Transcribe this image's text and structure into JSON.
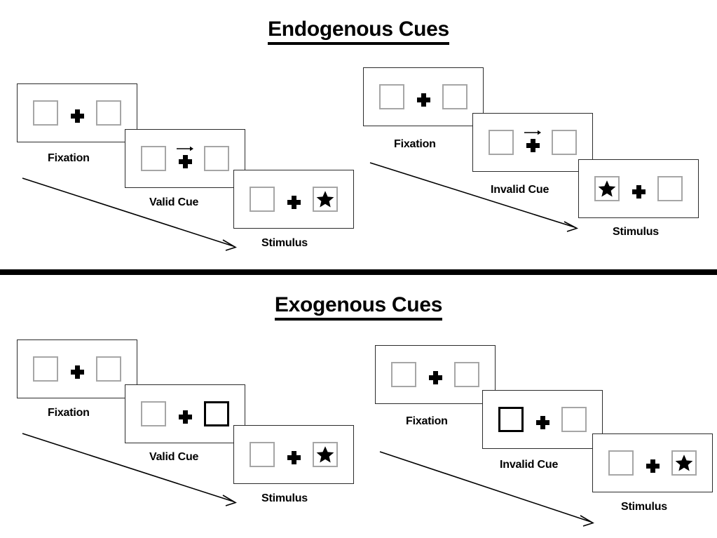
{
  "figure": {
    "title_endogenous": "Endogenous Cues",
    "title_exogenous": "Exogenous Cues",
    "divider": "section-divider-bar"
  },
  "colors": {
    "box_border": "#a6a6a6",
    "cued_box_border": "#000000",
    "panel_border": "#2b2b2b",
    "ink": "#000000",
    "background": "#ffffff"
  },
  "sequences": {
    "endogenous_valid": {
      "label": "endogenous-valid",
      "steps": [
        {
          "caption": "Fixation",
          "cue": "none",
          "stimulus": "none"
        },
        {
          "caption": "Valid Cue",
          "cue": "arrow-right",
          "stimulus": "none"
        },
        {
          "caption": "Stimulus",
          "cue": "none",
          "stimulus": "right"
        }
      ]
    },
    "endogenous_invalid": {
      "label": "endogenous-invalid",
      "steps": [
        {
          "caption": "Fixation",
          "cue": "none",
          "stimulus": "none"
        },
        {
          "caption": "Invalid Cue",
          "cue": "arrow-right",
          "stimulus": "none"
        },
        {
          "caption": "Stimulus",
          "cue": "none",
          "stimulus": "left"
        }
      ]
    },
    "exogenous_valid": {
      "label": "exogenous-valid",
      "steps": [
        {
          "caption": "Fixation",
          "cue": "none",
          "stimulus": "none"
        },
        {
          "caption": "Valid Cue",
          "cue": "box-right",
          "stimulus": "none"
        },
        {
          "caption": "Stimulus",
          "cue": "none",
          "stimulus": "right"
        }
      ]
    },
    "exogenous_invalid": {
      "label": "exogenous-invalid",
      "steps": [
        {
          "caption": "Fixation",
          "cue": "none",
          "stimulus": "none"
        },
        {
          "caption": "Invalid Cue",
          "cue": "box-left",
          "stimulus": "none"
        },
        {
          "caption": "Stimulus",
          "cue": "none",
          "stimulus": "right"
        }
      ]
    }
  },
  "time_arrows": {
    "count": 4,
    "direction": "down-right",
    "meaning": "time-progression"
  }
}
